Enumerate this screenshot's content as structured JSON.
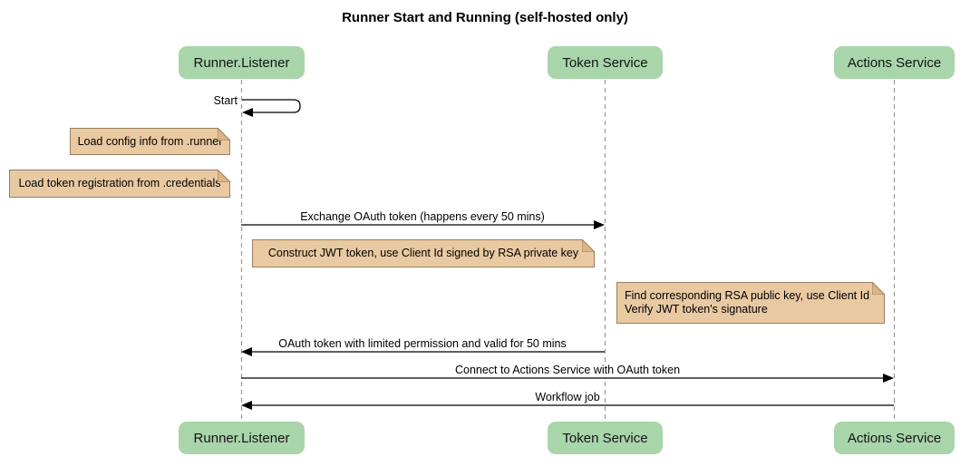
{
  "title": "Runner Start and Running (self-hosted only)",
  "actors": [
    {
      "id": "runner-listener",
      "label": "Runner.Listener"
    },
    {
      "id": "token-service",
      "label": "Token Service"
    },
    {
      "id": "actions-service",
      "label": "Actions Service"
    }
  ],
  "self_message": {
    "actor": "Runner.Listener",
    "label": "Start"
  },
  "notes": [
    {
      "text": "Load config info from .runner"
    },
    {
      "text": "Load token registration from .credentials"
    },
    {
      "text": "Construct JWT token, use Client Id signed by RSA private key"
    },
    {
      "line1": "Find corresponding RSA public key, use Client Id",
      "line2": "Verify JWT token's signature"
    }
  ],
  "messages": [
    {
      "from": "Runner.Listener",
      "to": "Token Service",
      "label": "Exchange OAuth token (happens every 50 mins)"
    },
    {
      "from": "Token Service",
      "to": "Runner.Listener",
      "label": "OAuth token with limited permission and valid for 50 mins"
    },
    {
      "from": "Runner.Listener",
      "to": "Actions Service",
      "label": "Connect to Actions Service with OAuth token"
    },
    {
      "from": "Actions Service",
      "to": "Runner.Listener",
      "label": "Workflow job"
    }
  ],
  "colors": {
    "background": "#ffffff",
    "actor_fill": "#a8d5aa",
    "note_fill": "#e9c9a2",
    "note_border": "#997f5d",
    "lifeline": "#9a9a9a",
    "arrow": "#000000"
  }
}
